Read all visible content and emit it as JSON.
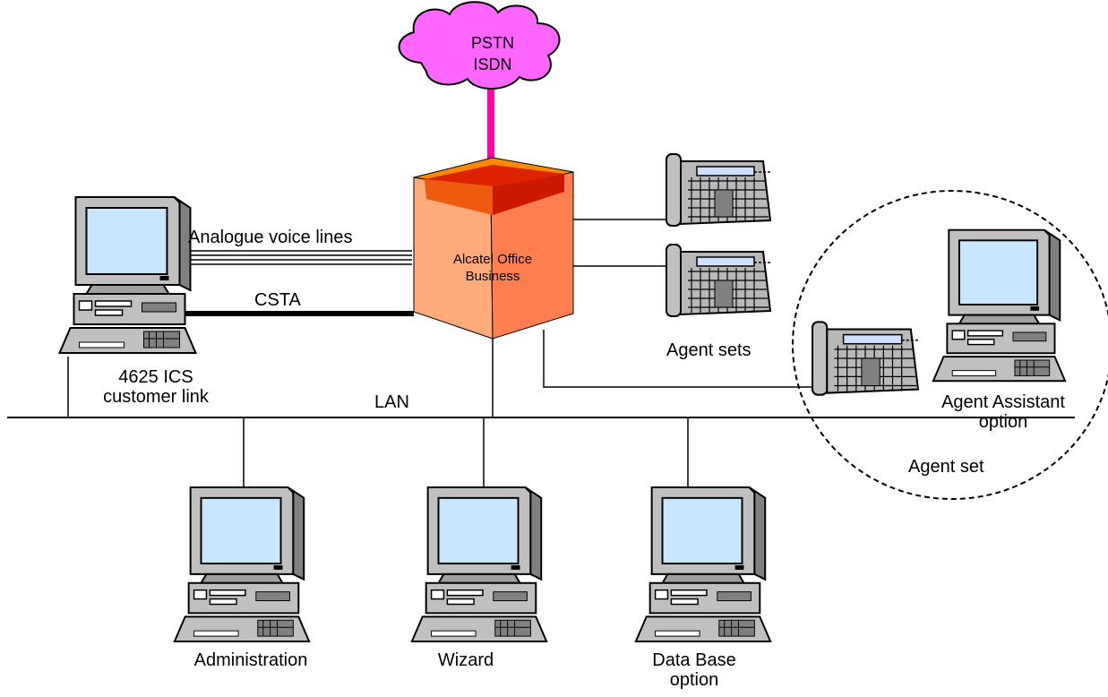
{
  "cloud": {
    "line1": "PSTN",
    "line2": "ISDN"
  },
  "pbx": {
    "line1": "Alcatel Office",
    "line2": "Business"
  },
  "links": {
    "analogue": "Analogue voice lines",
    "csta": "CSTA",
    "lan": "LAN"
  },
  "nodes": {
    "ics_line1": "4625 ICS",
    "ics_line2": "customer link",
    "agent_sets": "Agent sets",
    "agent_assistant_line1": "Agent Assistant",
    "agent_assistant_line2": "option",
    "agent_set": "Agent set",
    "administration": "Administration",
    "wizard": "Wizard",
    "database_line1": "Data Base",
    "database_line2": "option"
  },
  "colors": {
    "cloud": "#ff66ff",
    "pstn_link": "#ff00aa",
    "pbx_left": "#ffaa7a",
    "pbx_right": "#ff7f50",
    "pbx_top": "#dd2200",
    "screen": "#c8e6ff"
  }
}
